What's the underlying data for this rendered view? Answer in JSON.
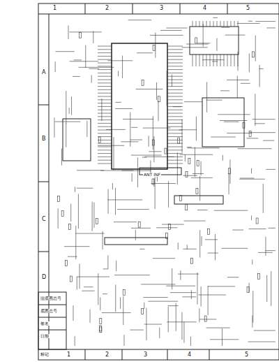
{
  "diagram": {
    "labels": [
      "1",
      "2",
      "3",
      "4",
      "5",
      "A",
      "B",
      "C",
      "D",
      "ANT INF",
      "旧底图总号",
      "底图总号",
      "签名",
      "日期",
      "标记",
      "1",
      "2",
      "3",
      "4",
      "5"
    ]
  }
}
